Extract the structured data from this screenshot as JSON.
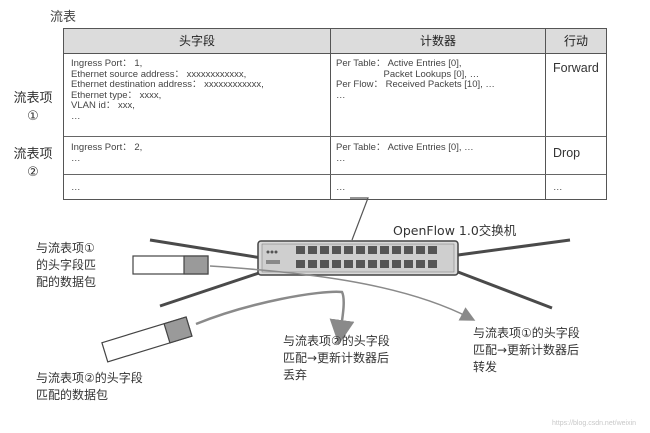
{
  "title": "流表",
  "table": {
    "headers": {
      "header_fields": "头字段",
      "counters": "计数器",
      "actions": "行动"
    },
    "rows": [
      {
        "label_line1": "流表项",
        "label_line2": "①",
        "header_fields": "Ingress Port： 1,\nEthernet source address： xxxxxxxxxxxx,\nEthernet destination address： xxxxxxxxxxxx,\nEthernet type： xxxx,\nVLAN id： xxx,\n…",
        "counters": "Per Table： Active Entries [0],\n                  Packet Lookups [0], …\nPer Flow： Received Packets [10], …\n…",
        "action": "Forward"
      },
      {
        "label_line1": "流表项",
        "label_line2": "②",
        "header_fields": "Ingress Port： 2,\n…",
        "counters": "Per Table： Active Entries [0], …\n…",
        "action": "Drop"
      },
      {
        "header_fields": "…",
        "counters": "…",
        "action": "…"
      }
    ]
  },
  "switch_label": "OpenFlow 1.0交换机",
  "packet1_label": "与流表项①\n的头字段匹\n配的数据包",
  "packet2_label": "与流表项②的头字段\n匹配的数据包",
  "drop_label": "与流表项②的头字段\n匹配→更新计数器后\n丢弃",
  "forward_label": "与流表项①的头字段\n匹配→更新计数器后\n转发",
  "watermark": "https://blog.csdn.net/weixin"
}
